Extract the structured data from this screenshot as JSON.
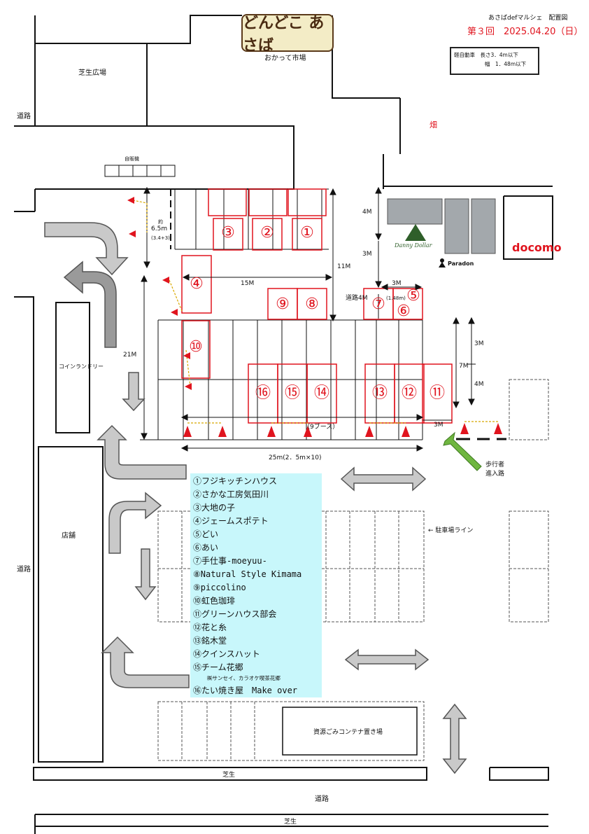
{
  "header": {
    "logo_text": "どんどこ あさば",
    "logo_caption": "おかって市場",
    "doc_title": "あさばdefマルシェ　配置図",
    "edition": "第３回　2025.04.20（日）"
  },
  "notice": {
    "line1": "軽自動車　長さ3．4m以下",
    "line2": "幅　1．48m以下"
  },
  "places": {
    "lawn_plaza": "芝生広場",
    "road_left_top": "道路",
    "road_left_mid": "道路",
    "road_bottom": "道路",
    "field": "畑",
    "vending": "自販機",
    "coin_laundry": "コインランドリー",
    "store": "店舗",
    "parking_line": "← 駐車場ライン",
    "pedestrian_entry": "歩行者\n進入路",
    "garbage": "資源ごみコンテナ置き場",
    "lawn_bottom1": "芝生",
    "lawn_bottom2": "芝生",
    "walkway": "道路4M"
  },
  "shops_right": {
    "danny": "Danny Dollar",
    "paradon": "Paradon",
    "docomo": "docomo"
  },
  "dimensions": {
    "approx": "約",
    "d65": "6.5m",
    "d65sub": "(3.4+3)",
    "d15": "15M",
    "d11": "11M",
    "d4top": "4M",
    "d3a": "3M",
    "d3b": "3M",
    "d148": "(1.48m)",
    "d21": "21M",
    "d3c": "3M",
    "d7": "7M",
    "d4b": "4M",
    "d3d": "3M",
    "booths9": "（9ブース）",
    "d25": "25m(2．5m×10)"
  },
  "booth_numbers": {
    "b1": "①",
    "b2": "②",
    "b3": "③",
    "b4": "④",
    "b5": "⑤",
    "b6": "⑥",
    "b7": "⑦",
    "b8": "⑧",
    "b9": "⑨",
    "b10": "⑩",
    "b11": "⑪",
    "b12": "⑫",
    "b13": "⑬",
    "b14": "⑭",
    "b15": "⑮",
    "b16": "⑯"
  },
  "legend": [
    "①フジキッチンハウス",
    "②さかな工房気田川",
    "③大地の子",
    "④ジェームスポテト",
    "⑤どい",
    "⑥あい",
    "⑦手仕事-moeyuu-",
    "⑧Natural Style Kimama",
    "⑨piccolino",
    "⑩虹色珈琲",
    "⑪グリーンハウス部会",
    "⑫花と糸",
    "⑬銘木堂",
    "⑭クインスハット",
    "⑮チーム花郷"
  ],
  "legend_sub": "㈱サンセイ、カラオケ喫茶花郷",
  "legend_last": "⑯たい焼き屋　Make over",
  "colors": {
    "booth_red": "#e0141e",
    "legend_bg": "#c8f7fb",
    "arrow_gray": "#9a9a9a",
    "green_arrow": "#6fb640"
  }
}
